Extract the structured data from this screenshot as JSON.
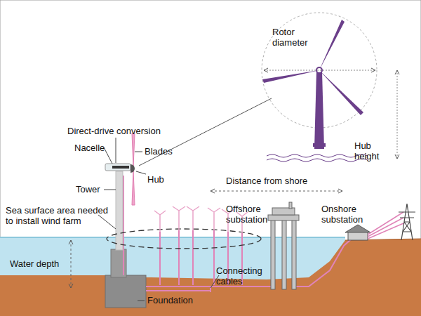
{
  "diagram": {
    "labels": [
      "Rotor diameter",
      "Hub height",
      "Direct-drive conversion",
      "Nacelle",
      "Blades",
      "Hub",
      "Tower",
      "Sea surface area needed to install wind farm",
      "Distance from shore",
      "Offshore substation",
      "Onshore substation",
      "Water depth",
      "Foundation",
      "Connecting cables"
    ]
  }
}
